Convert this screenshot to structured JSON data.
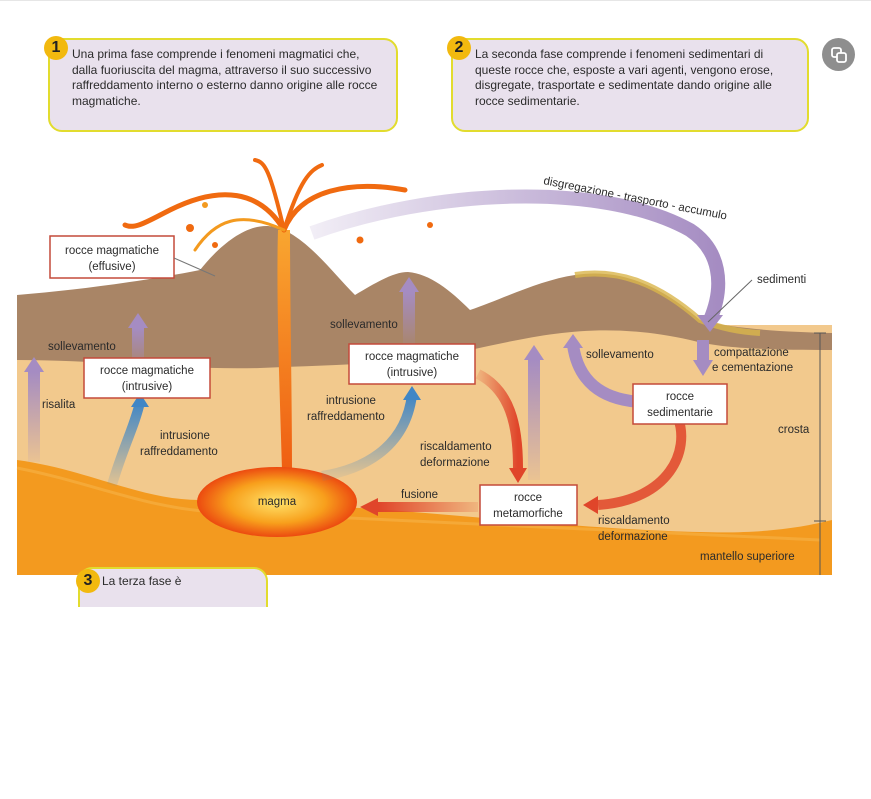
{
  "notes": [
    {
      "number": "1",
      "text": "Una prima fase comprende i fenomeni magmatici che, dalla fuoriuscita del magma, attraverso il suo successivo raffreddamento interno o esterno danno origine alle rocce magmatiche."
    },
    {
      "number": "2",
      "text": "La seconda fase comprende i fenomeni sedimentari di queste rocce che, esposte a vari agenti, vengono erose, disgregate, trasportate e sedimentate dando origine alle rocce sedimentarie."
    },
    {
      "number": "3",
      "text": "La terza fase è"
    }
  ],
  "diagram": {
    "boxes": {
      "effusive": [
        "rocce magmatiche",
        "(effusive)"
      ],
      "intrusive_left": [
        "rocce magmatiche",
        "(intrusive)"
      ],
      "intrusive_center": [
        "rocce magmatiche",
        "(intrusive)"
      ],
      "sedimentary": [
        "rocce",
        "sedimentarie"
      ],
      "metamorphic": [
        "rocce",
        "metamorfiche"
      ],
      "magma": "magma"
    },
    "labels": {
      "transport": "disgregazione - trasporto - accumulo",
      "sediments": "sedimenti",
      "uplift_left": "sollevamento",
      "uplift_center": "sollevamento",
      "uplift_right": "sollevamento",
      "rise": "risalita",
      "intrusion_left": [
        "intrusione",
        "raffreddamento"
      ],
      "intrusion_center": [
        "intrusione",
        "raffreddamento"
      ],
      "heating_center": [
        "riscaldamento",
        "deformazione"
      ],
      "heating_right": [
        "riscaldamento",
        "deformazione"
      ],
      "melting": "fusione",
      "compaction": [
        "compattazione",
        "e cementazione"
      ],
      "crust": "crosta",
      "mantle": "mantello superiore"
    }
  },
  "colors": {
    "note_bg": "#e9e1ed",
    "note_border": "#e2dc2e",
    "number_badge": "#f2b90f",
    "crust": "#f2c98d",
    "mantle": "#f39a1f",
    "mountains": "#a98566",
    "lava": "#f06a10",
    "purple_arrow": "#a58cc2",
    "red_arrow": "#e0452a",
    "blue_arrow": "#3f86c6"
  },
  "icons": {
    "copy": "copy-icon"
  }
}
